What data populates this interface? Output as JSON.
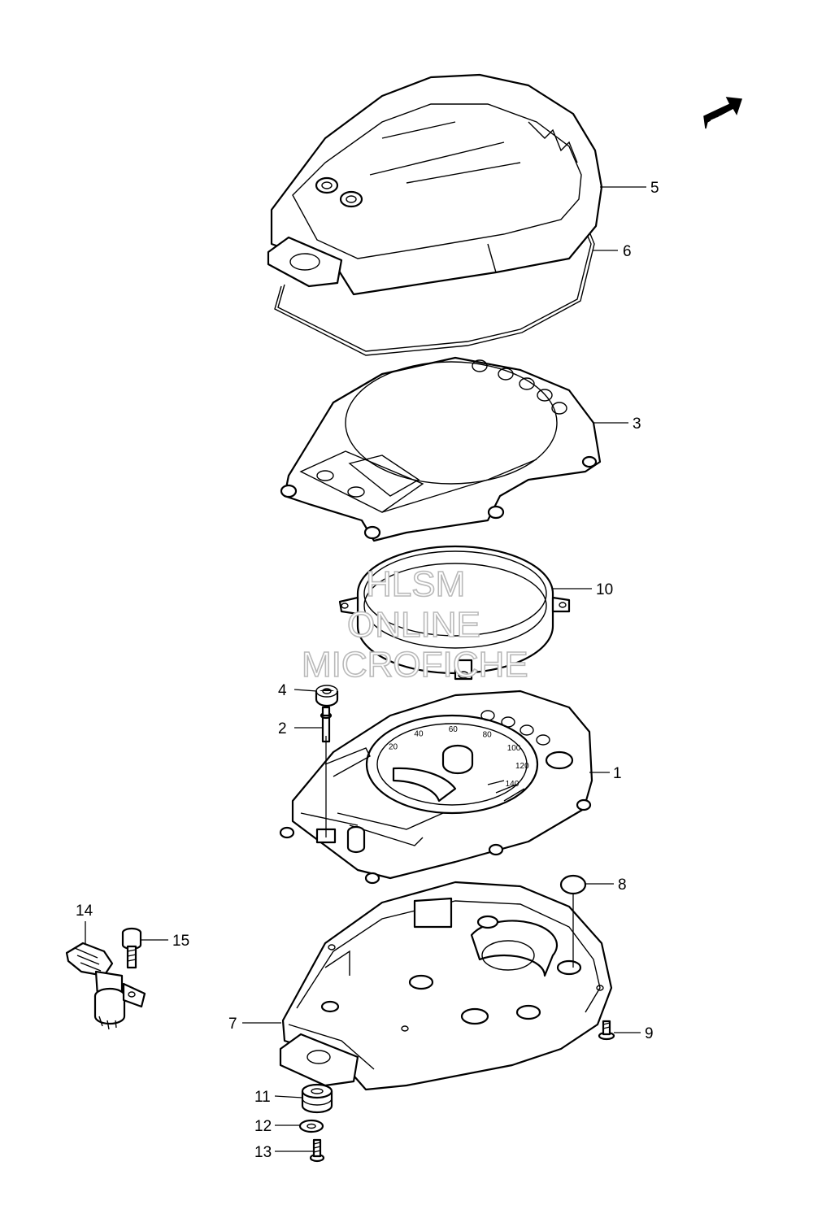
{
  "fwd_label": "FWD",
  "watermark": {
    "line1": "HLSM",
    "line2": "ONLINE",
    "line3": "MICROFICHE"
  },
  "dial_numbers": [
    "20",
    "40",
    "60",
    "80",
    "100",
    "120",
    "140"
  ],
  "callouts": [
    {
      "id": "5",
      "label": "5"
    },
    {
      "id": "6",
      "label": "6"
    },
    {
      "id": "3",
      "label": "3"
    },
    {
      "id": "10",
      "label": "10"
    },
    {
      "id": "4",
      "label": "4"
    },
    {
      "id": "2",
      "label": "2"
    },
    {
      "id": "1",
      "label": "1"
    },
    {
      "id": "8",
      "label": "8"
    },
    {
      "id": "14",
      "label": "14"
    },
    {
      "id": "15",
      "label": "15"
    },
    {
      "id": "7",
      "label": "7"
    },
    {
      "id": "9",
      "label": "9"
    },
    {
      "id": "11",
      "label": "11"
    },
    {
      "id": "12",
      "label": "12"
    },
    {
      "id": "13",
      "label": "13"
    }
  ]
}
